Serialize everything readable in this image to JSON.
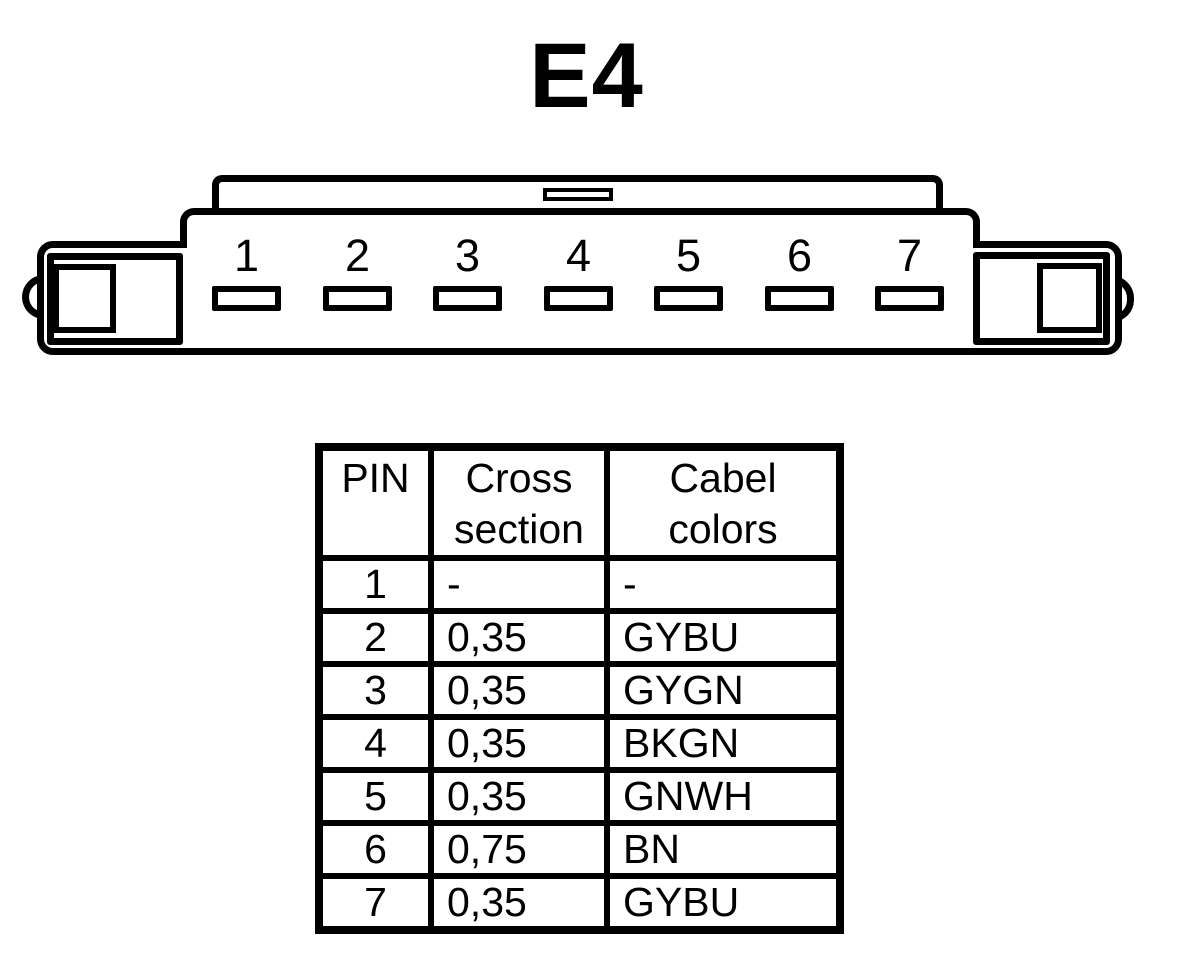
{
  "title": "E4",
  "connector": {
    "pin_labels": [
      "1",
      "2",
      "3",
      "4",
      "5",
      "6",
      "7"
    ]
  },
  "pinout_table": {
    "headers": [
      {
        "lines": [
          "PIN"
        ]
      },
      {
        "lines": [
          "Cross",
          "section"
        ]
      },
      {
        "lines": [
          "Cabel",
          "colors"
        ]
      }
    ],
    "rows": [
      [
        "1",
        "-",
        "-"
      ],
      [
        "2",
        "0,35",
        "GYBU"
      ],
      [
        "3",
        "0,35",
        "GYGN"
      ],
      [
        "4",
        "0,35",
        "BKGN"
      ],
      [
        "5",
        "0,35",
        "GNWH"
      ],
      [
        "6",
        "0,75",
        "BN"
      ],
      [
        "7",
        "0,35",
        "GYBU"
      ]
    ]
  },
  "colors": {
    "line": "#000000",
    "background": "#ffffff"
  }
}
